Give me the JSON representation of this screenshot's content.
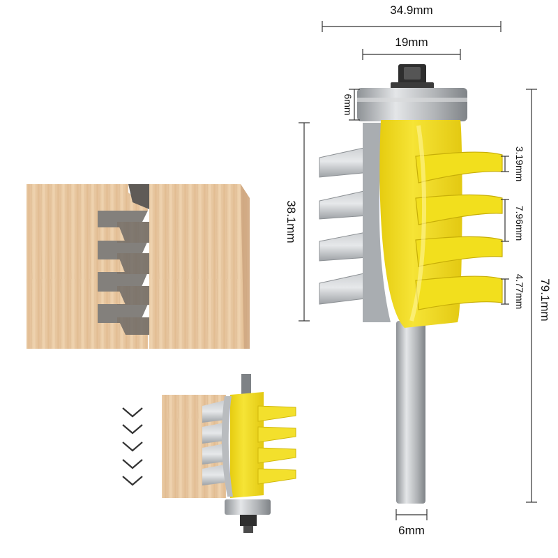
{
  "dimensions": {
    "overall_width": "34.9mm",
    "bearing_diameter": "19mm",
    "bearing_height": "6mm",
    "cutting_height": "38.1mm",
    "overall_length": "79.1mm",
    "shank_diameter": "6mm",
    "gap_top": "3.19mm",
    "tooth_pitch": "7.96mm",
    "gap_bottom": "4.77mm"
  },
  "colors": {
    "router_body": "#f2df1d",
    "router_shade": "#d4bd0c",
    "blade_steel": "#b9bcbf",
    "shank": "#c3c6c9",
    "wood": "#e9c9a3",
    "wood_dark": "#d6b18a"
  },
  "icons": [
    "chevron-down-icon"
  ]
}
